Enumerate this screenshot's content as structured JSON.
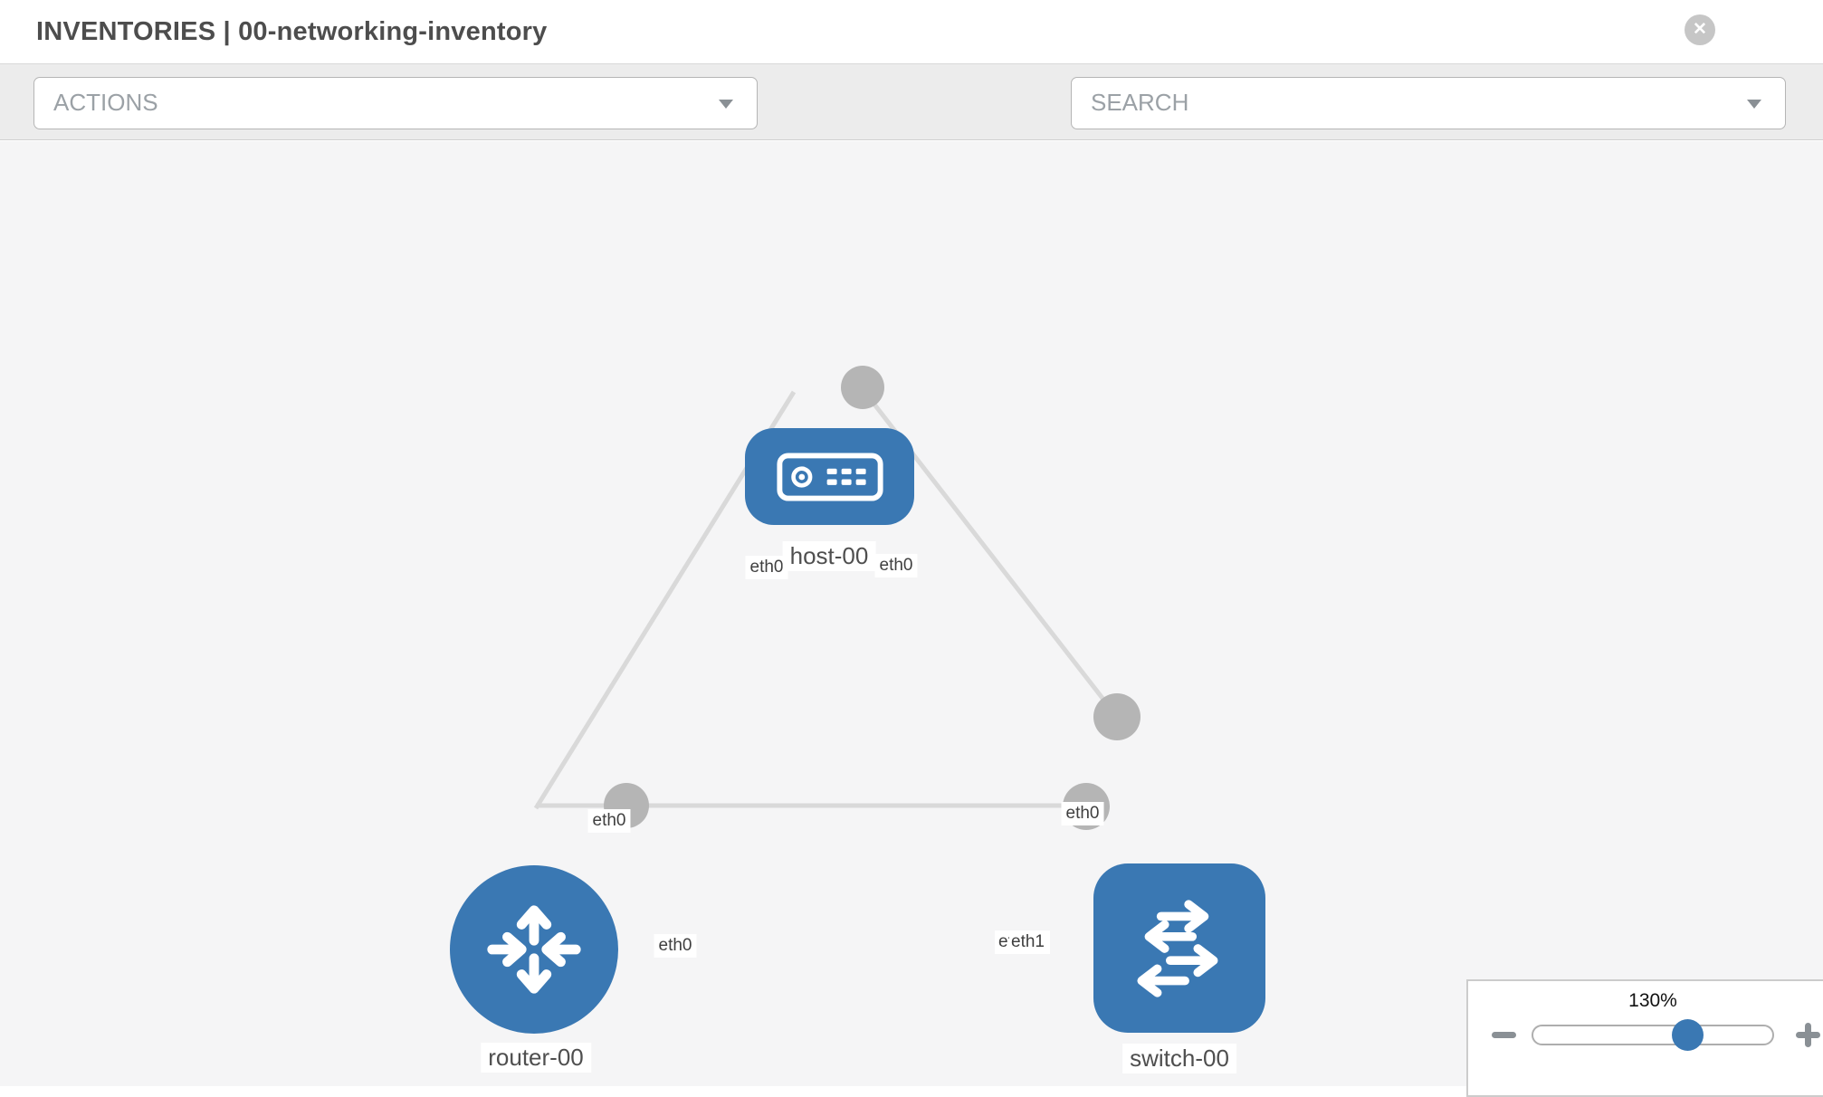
{
  "header": {
    "title": "INVENTORIES | 00-networking-inventory"
  },
  "toolbar": {
    "actions_label": "ACTIONS",
    "search_label": "SEARCH",
    "close_glyph": "✕"
  },
  "topology": {
    "nodes": [
      {
        "name": "host-00",
        "type": "host"
      },
      {
        "name": "router-00",
        "type": "router"
      },
      {
        "name": "switch-00",
        "type": "switch"
      }
    ],
    "links": [
      {
        "from": "router-00",
        "to": "host-00",
        "from_interface": "eth0",
        "to_interface": "eth0"
      },
      {
        "from": "switch-00",
        "to": "host-00",
        "from_interface": "eth0",
        "to_interface": "eth0"
      },
      {
        "from": "router-00",
        "to": "switch-00",
        "from_interface": "eth0",
        "to_interface": "eth1"
      }
    ],
    "interface_labels": {
      "host_left": "eth0",
      "host_right": "eth0",
      "router_top": "eth0",
      "switch_top": "eth0",
      "router_right": "eth0",
      "switch_left_back": "eth0",
      "switch_left_front": "eth1"
    }
  },
  "zoom_panel": {
    "level": "130%"
  },
  "colors": {
    "node_blue": "#3a78b3",
    "link_gray": "#d9d9d9",
    "connector_gray": "#b5b5b5",
    "toolbar_gray": "#ececec",
    "canvas_gray": "#f5f5f6"
  }
}
